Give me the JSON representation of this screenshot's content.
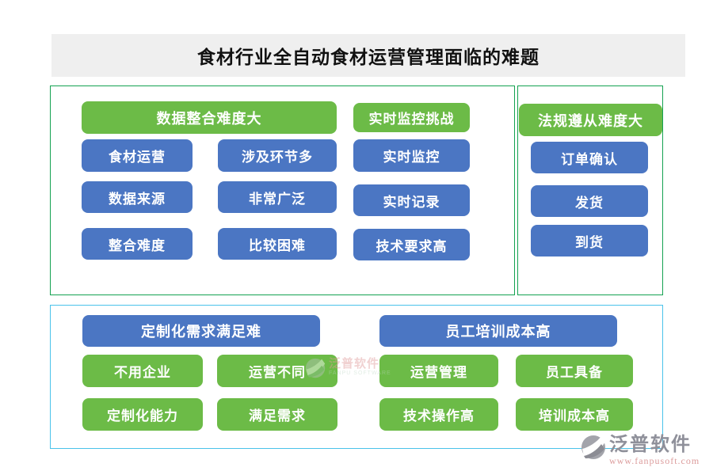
{
  "page_title": "食材行业全自动食材运营管理面临的难题",
  "panels": {
    "data_integration": {
      "header": "数据整合难度大",
      "items": [
        "食材运营",
        "涉及环节多",
        "数据来源",
        "非常广泛",
        "整合难度",
        "比较困难"
      ]
    },
    "realtime_monitoring": {
      "header": "实时监控挑战",
      "items": [
        "实时监控",
        "实时记录",
        "技术要求高"
      ]
    },
    "regulation": {
      "header": "法规遵从难度大",
      "items": [
        "订单确认",
        "发货",
        "到货"
      ]
    },
    "customization": {
      "header": "定制化需求满足难",
      "items": [
        "不用企业",
        "运营不同",
        "定制化能力",
        "满足需求"
      ]
    },
    "training": {
      "header": "员工培训成本高",
      "items": [
        "运营管理",
        "员工具备",
        "技术操作高",
        "培训成本高"
      ]
    }
  },
  "watermark": {
    "brand_cn": "泛普软件",
    "brand_en": "FANPU SOFTWARE",
    "url": "www.fanpusoft.com"
  },
  "colors": {
    "green_node": "#6cbb47",
    "blue_node": "#4b76c3",
    "panel_border_green": "#14a251",
    "panel_border_cyan": "#4ac3ea",
    "title_bg": "#efefef",
    "title_text": "#111111"
  }
}
